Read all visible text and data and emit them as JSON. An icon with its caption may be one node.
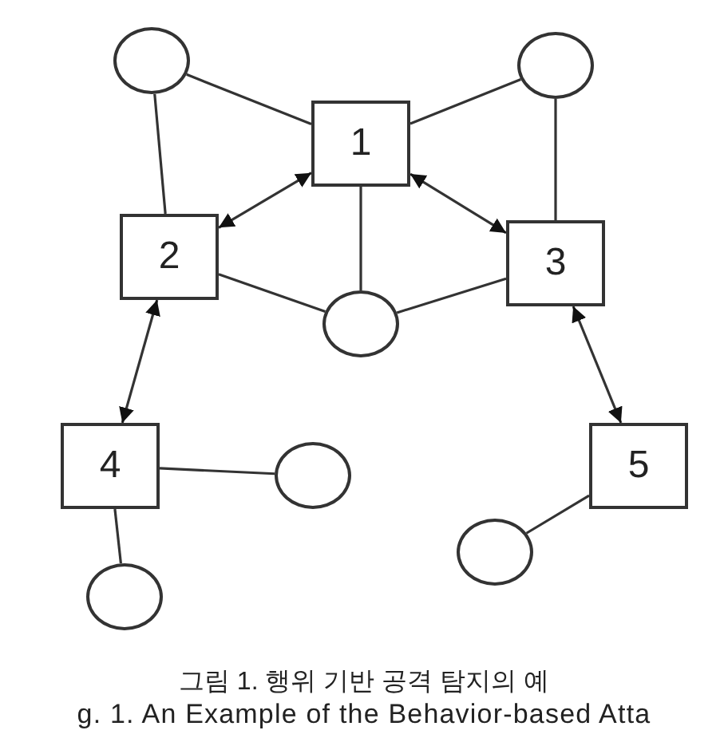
{
  "diagram": {
    "caption": "그림 1. 행위 기반 공격 탐지의 예",
    "nodes": [
      {
        "text": [],
        "shape": "circle"
      },
      {
        "text": [
          "1"
        ]
      },
      {
        "text": [],
        "shape": "circle"
      },
      {
        "text": [
          "2"
        ]
      },
      {
        "text": [
          "3"
        ]
      },
      {
        "text": [],
        "shape": "circle"
      },
      {
        "text": [
          "4"
        ]
      },
      {
        "text": [],
        "shape": "circle"
      },
      {
        "text": [
          "5"
        ]
      },
      {
        "text": [],
        "shape": "circle"
      },
      {
        "text": [],
        "shape": "circle"
      }
    ],
    "edges": [
      {
        "from": 0,
        "to": 1,
        "arrow": "none"
      },
      {
        "from": 0,
        "to": 3,
        "arrow": "none"
      },
      {
        "from": 3,
        "to": 1,
        "arrow": "both"
      },
      {
        "from": 2,
        "to": 1,
        "arrow": "none"
      },
      {
        "from": 2,
        "to": 4,
        "arrow": "none"
      },
      {
        "from": 1,
        "to": 4,
        "arrow": "both"
      },
      {
        "from": 3,
        "to": 5,
        "arrow": "none"
      },
      {
        "from": 1,
        "to": 5,
        "arrow": "none"
      },
      {
        "from": 4,
        "to": 5,
        "arrow": "none"
      },
      {
        "from": 3,
        "to": 6,
        "arrow": "both"
      },
      {
        "from": 4,
        "to": 8,
        "arrow": "both"
      },
      {
        "from": 6,
        "to": 7,
        "arrow": "none"
      },
      {
        "from": 6,
        "to": 10,
        "arrow": "none"
      },
      {
        "from": 8,
        "to": 9,
        "arrow": "none"
      }
    ],
    "labels": [
      "g. 1. An Example of the Behavior-based Atta"
    ]
  }
}
